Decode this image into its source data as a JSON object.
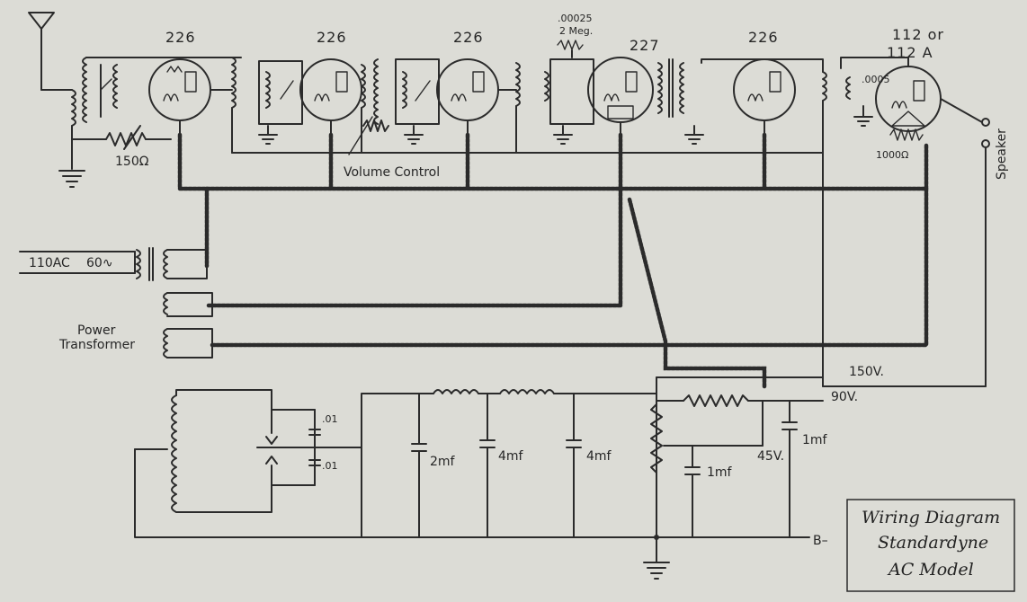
{
  "diagram": {
    "title_lines": [
      "Wiring Diagram",
      "Standardyne",
      "AC Model"
    ],
    "tubes": [
      "226",
      "226",
      "226",
      "227",
      "226",
      "112 or",
      "112 A"
    ],
    "labels": {
      "ac_input": "110AC",
      "frequency": "60∿",
      "power_transformer_1": "Power",
      "power_transformer_2": "Transformer",
      "volume_control": "Volume Control",
      "speaker": "Speaker",
      "resistor_150": "150Ω",
      "resistor_1000": "1000Ω",
      "grid_leak_cap": ".00025",
      "grid_leak_res": "2 Meg.",
      "bypass_cap": ".0005",
      "filter_cap_a": ".01",
      "filter_cap_b": ".01",
      "cap_2mf": "2mf",
      "cap_4mf_a": "4mf",
      "cap_4mf_b": "4mf",
      "cap_1mf_a": "1mf",
      "cap_1mf_b": "1mf",
      "v150": "150V.",
      "v90": "90V.",
      "v45": "45V.",
      "b_minus": "B–"
    }
  }
}
